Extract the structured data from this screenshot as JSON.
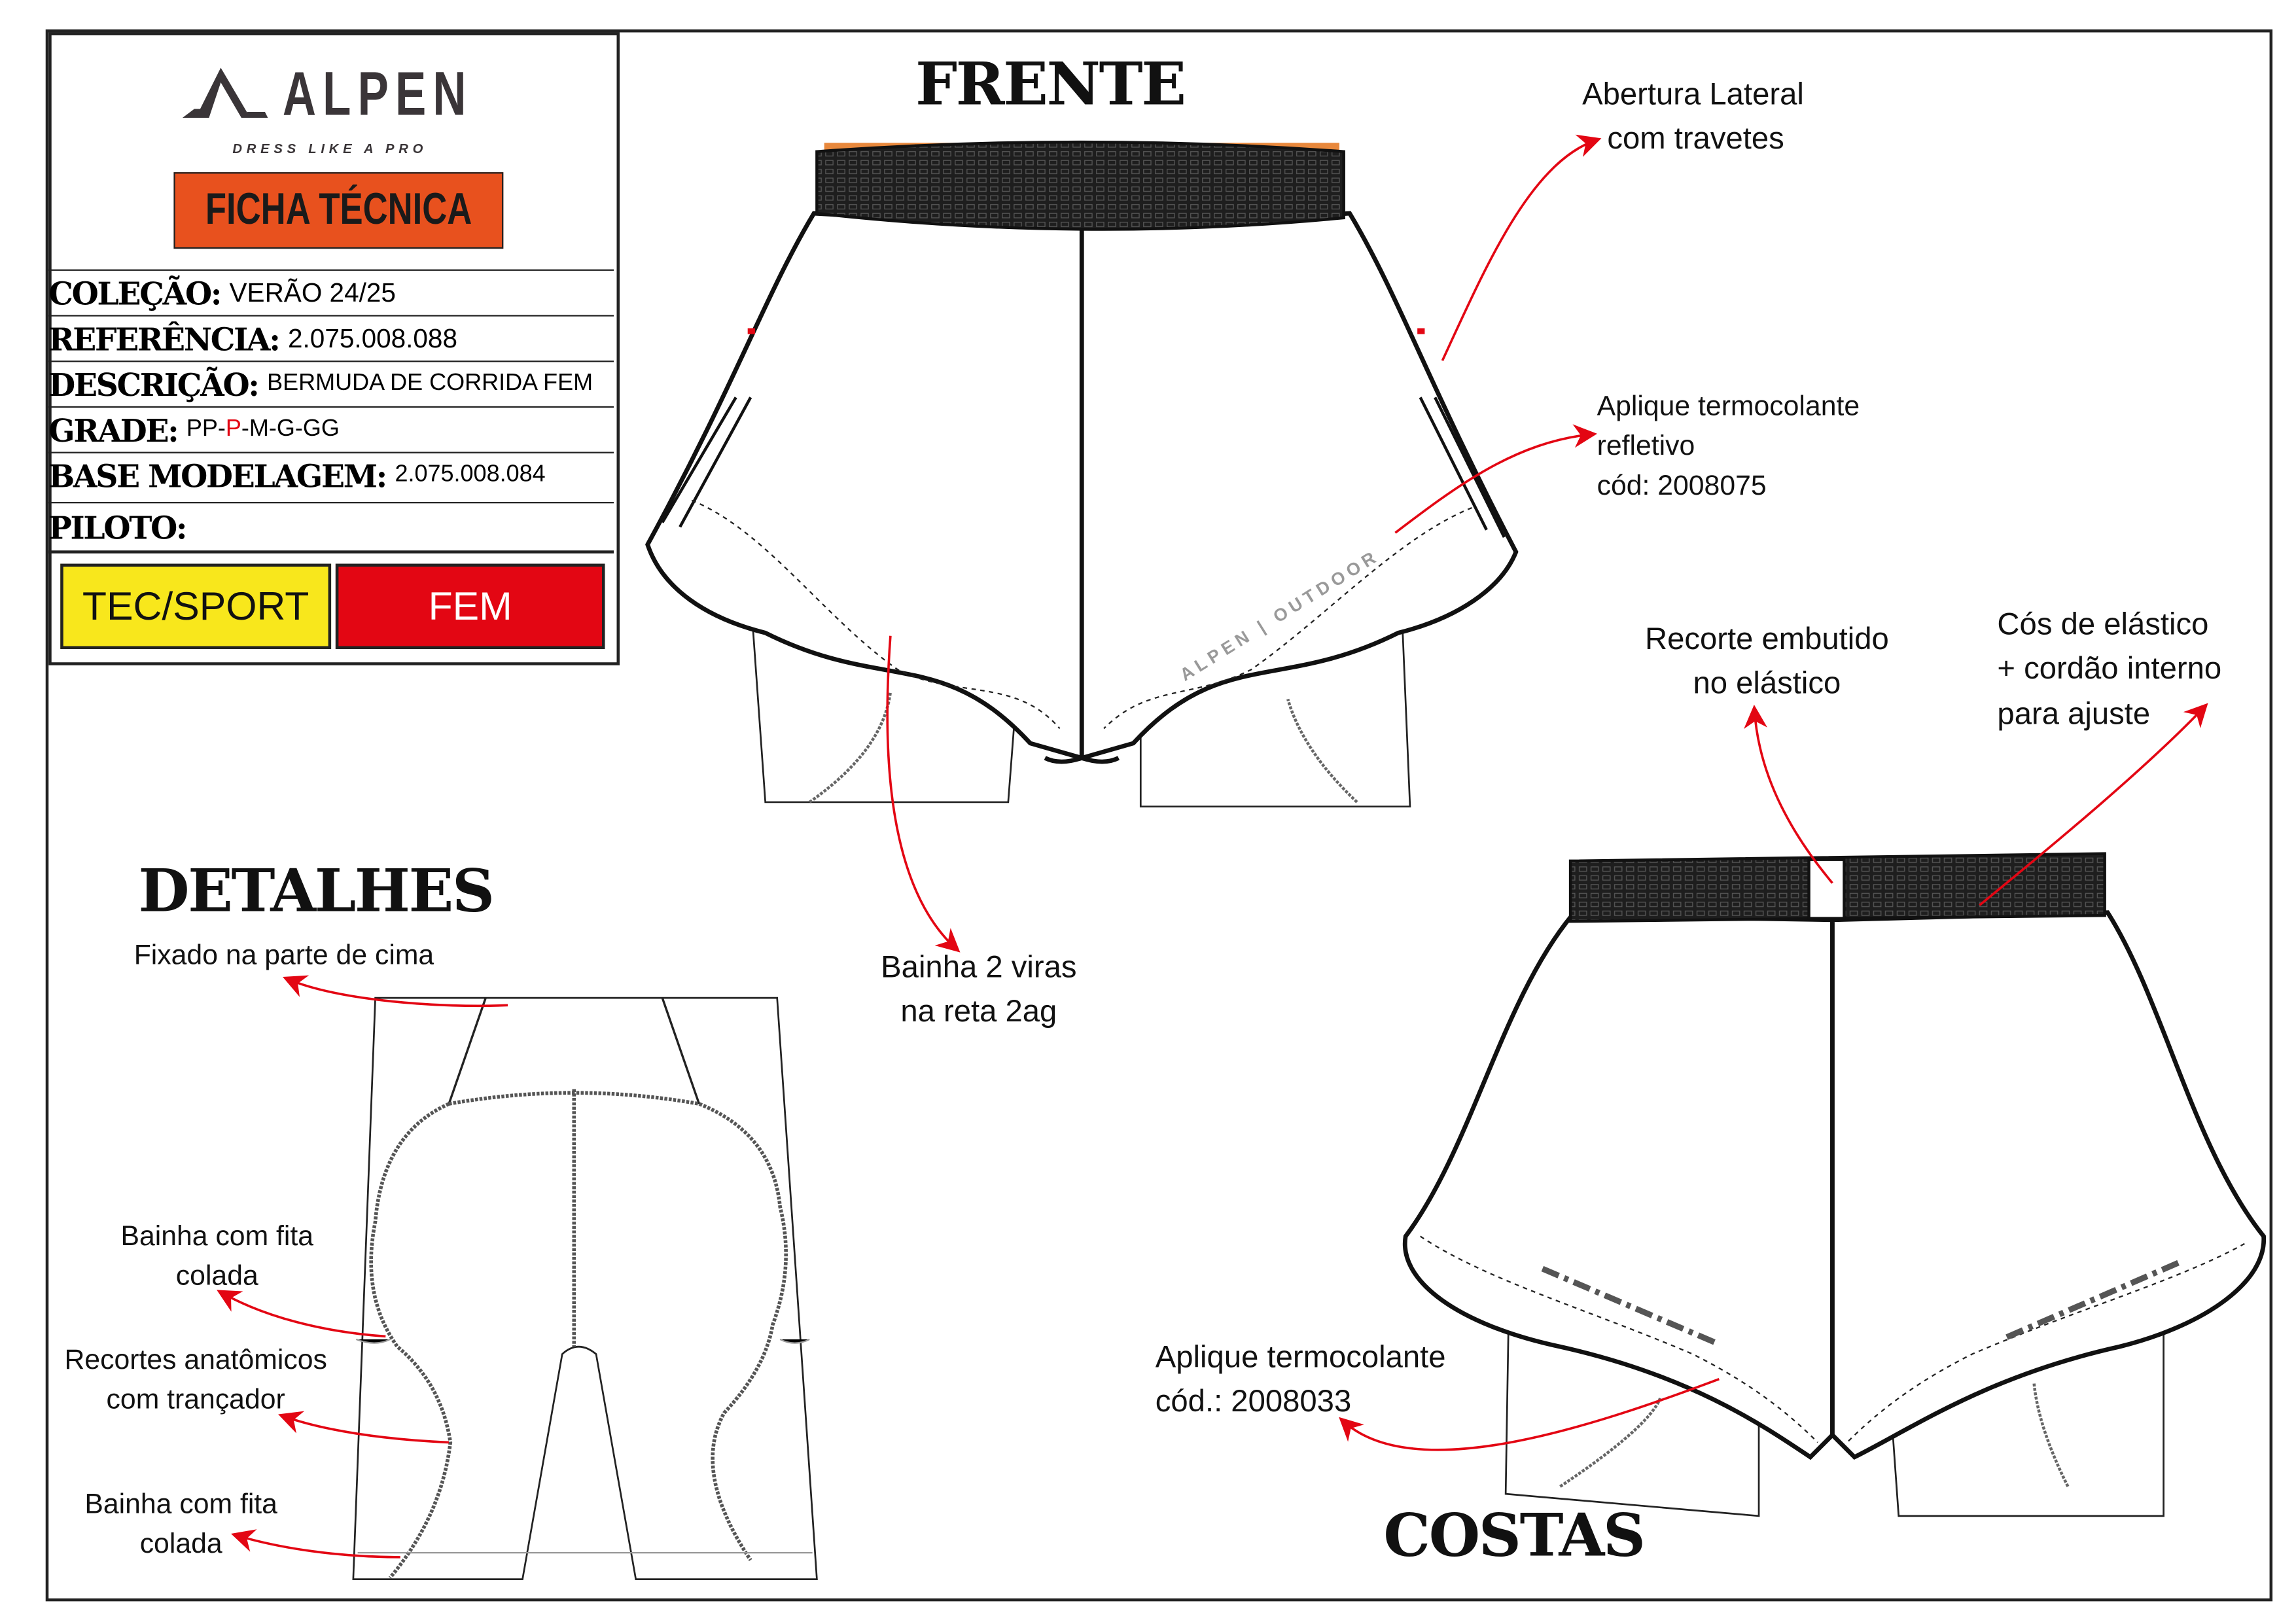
{
  "header": {
    "brand": "ALPEN",
    "tagline": "DRESS LIKE A PRO",
    "doc_title": "FICHA TÉCNICA"
  },
  "info": {
    "colecao_label": "COLEÇÃO:",
    "colecao": "VERÃO 24/25",
    "referencia_label": "REFERÊNCIA:",
    "referencia": "2.075.008.088",
    "descricao_label": "DESCRIÇÃO:",
    "descricao": "BERMUDA DE CORRIDA FEM",
    "grade_label": "GRADE:",
    "grade_pre": "PP-",
    "grade_highlight": "P",
    "grade_post": "-M-G-GG",
    "base_label": "BASE MODELAGEM:",
    "base": "2.075.008.084",
    "piloto_label": "PILOTO:",
    "category": "TEC/SPORT",
    "gender": "FEM"
  },
  "colors": {
    "orange": "#e8511e",
    "yellow": "#f8e71c",
    "red": "#e30613",
    "annotation": "#e30613"
  },
  "views": {
    "front": "FRENTE",
    "back": "COSTAS",
    "details": "DETALHES"
  },
  "print_text": "ALPEN | OUTDOOR",
  "annotations": {
    "abertura": [
      "Abertura Lateral",
      "com travetes"
    ],
    "aplique_refl": [
      "Aplique termocolante",
      "refletivo",
      "cód: 2008075"
    ],
    "bainha2": [
      "Bainha 2 viras",
      "na reta 2ag"
    ],
    "recorte": [
      "Recorte embutido",
      "no elástico"
    ],
    "cos": [
      "Cós de elástico",
      "+ cordão interno",
      "para ajuste"
    ],
    "aplique_back": [
      "Aplique termocolante",
      "cód.:  2008033"
    ],
    "fixado": "Fixado na parte de cima",
    "bainha_fita1": [
      "Bainha com fita",
      "colada"
    ],
    "recortes_anat": [
      "Recortes anatômicos",
      "com trançador"
    ],
    "bainha_fita2": [
      "Bainha com fita",
      "colada"
    ]
  }
}
